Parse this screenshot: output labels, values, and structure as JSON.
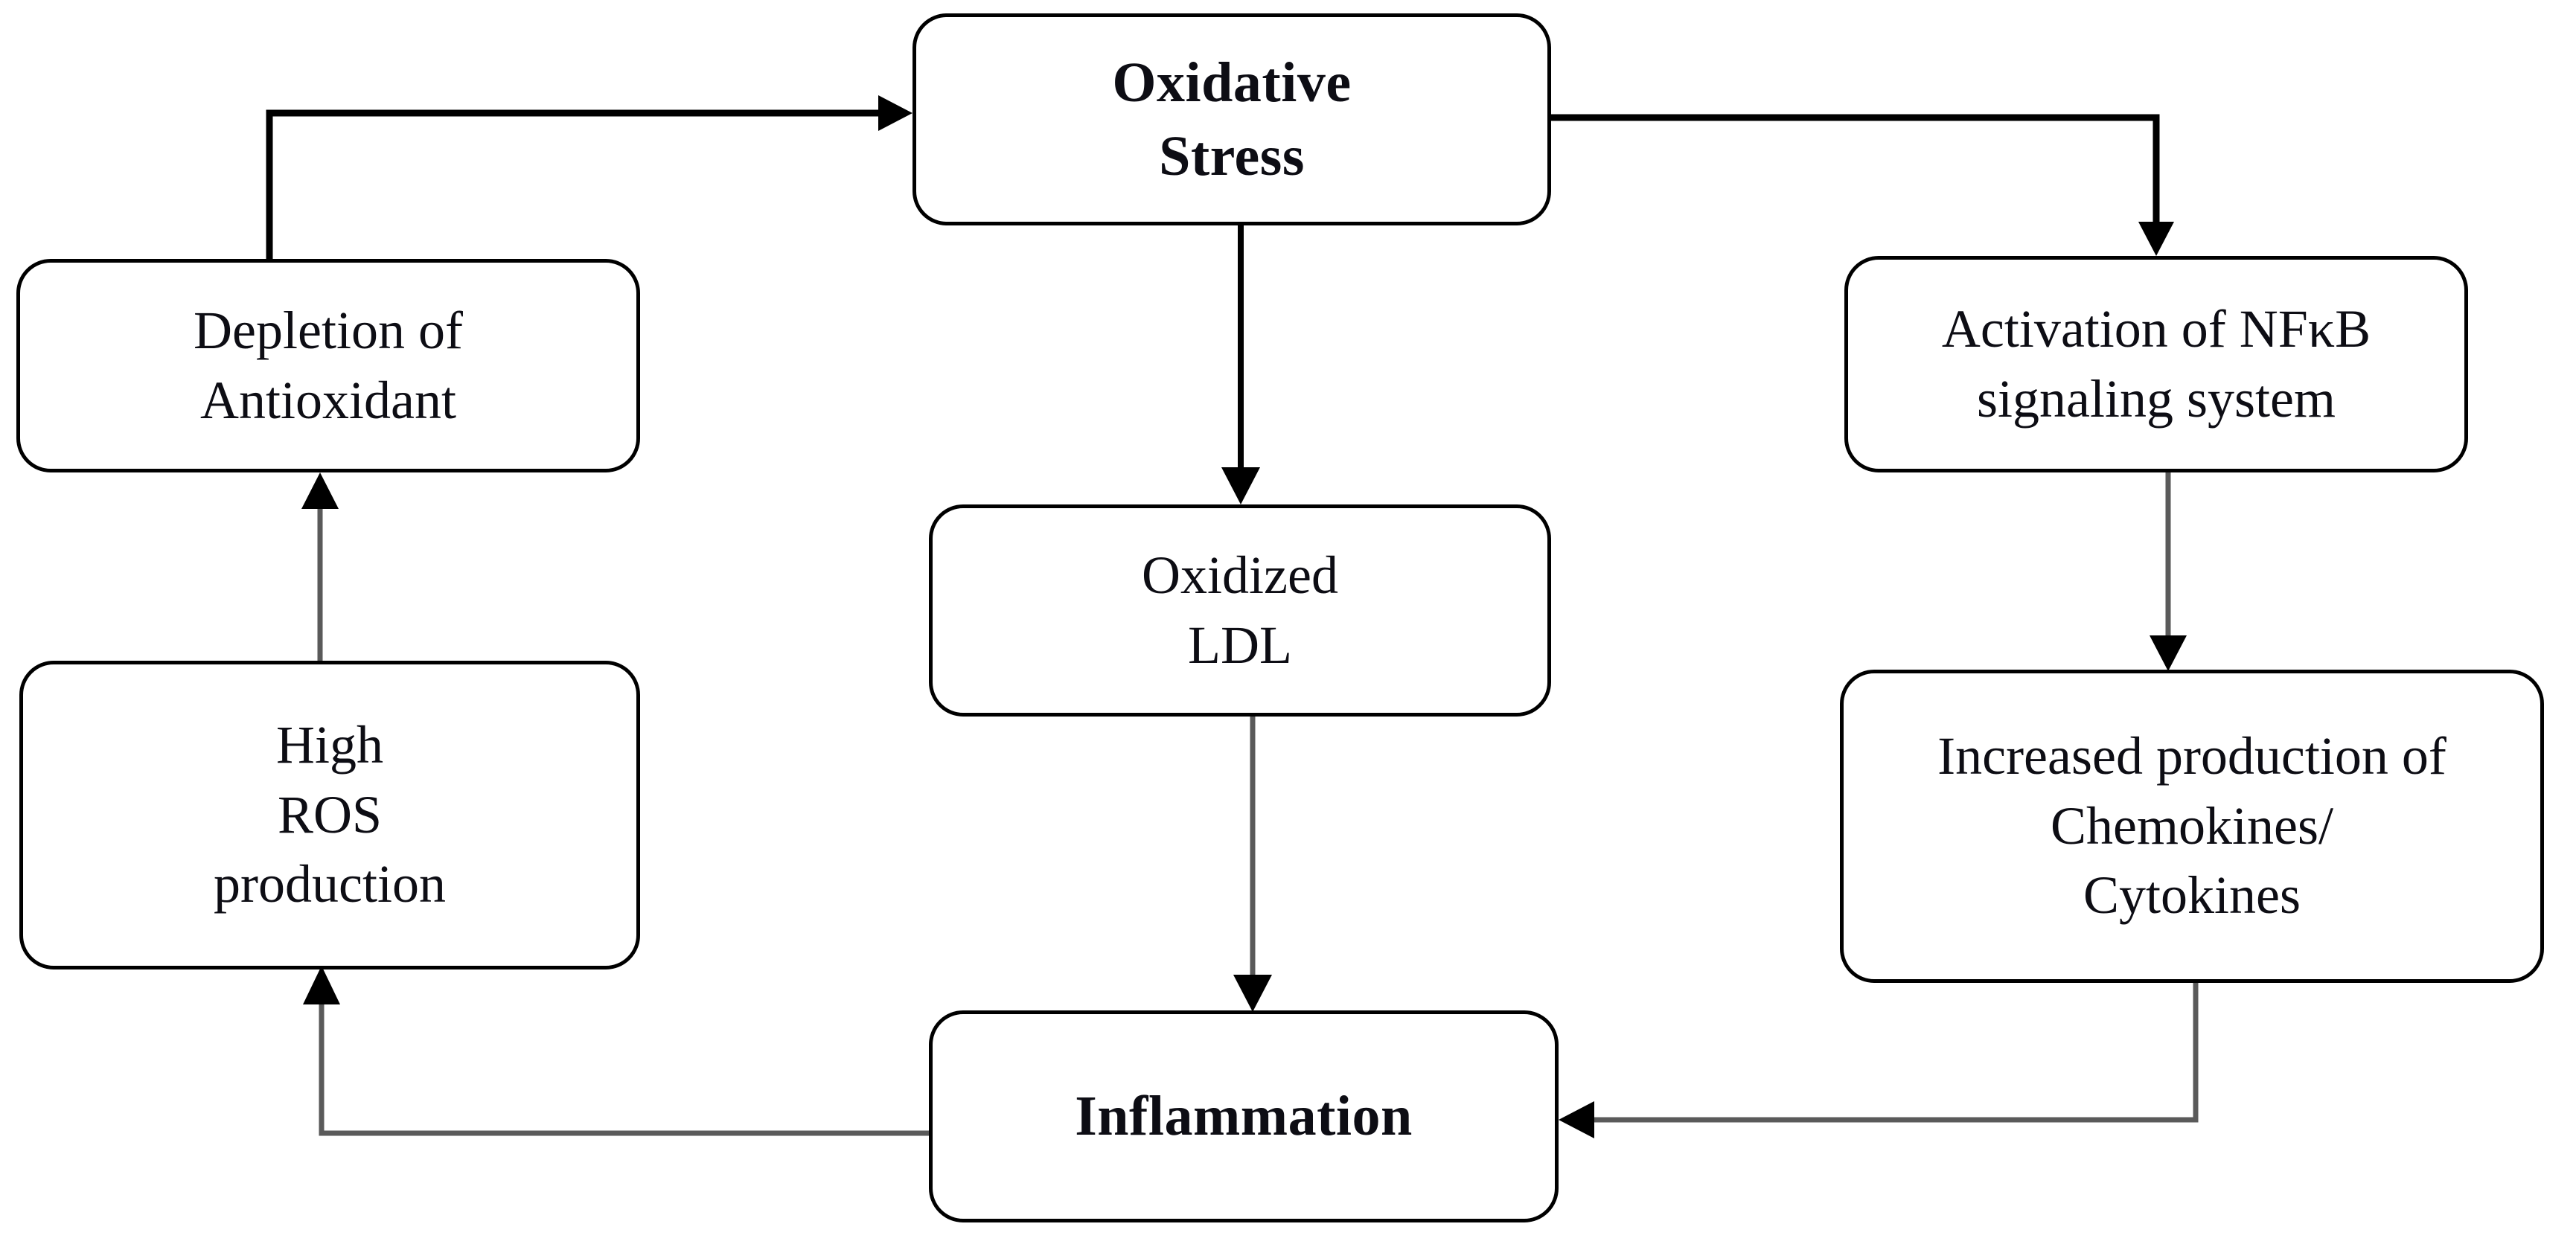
{
  "diagram": {
    "title": "Oxidative stress and inflammation cycle flowchart",
    "colors": {
      "node_border": "#000000",
      "node_fill": "#ffffff",
      "text": "#0d0d14",
      "edge_strong": "#000000",
      "edge_light": "#5a5a5a"
    },
    "nodes": [
      {
        "id": "oxidative-stress",
        "lines": [
          "Oxidative",
          "Stress"
        ],
        "emphasis": "bold"
      },
      {
        "id": "depletion-of-antioxidant",
        "lines": [
          "Depletion of",
          "Antioxidant"
        ],
        "emphasis": "normal"
      },
      {
        "id": "activation-of-nfkb",
        "lines": [
          "Activation of NFκB",
          "signaling system"
        ],
        "emphasis": "normal"
      },
      {
        "id": "oxidized-ldl",
        "lines": [
          "Oxidized",
          "LDL"
        ],
        "emphasis": "normal"
      },
      {
        "id": "high-ros-production",
        "lines": [
          "High",
          "ROS",
          "production"
        ],
        "emphasis": "normal"
      },
      {
        "id": "increased-production-chemokines",
        "lines": [
          "Increased production of",
          "Chemokines/",
          "Cytokines"
        ],
        "emphasis": "normal"
      },
      {
        "id": "inflammation",
        "lines": [
          "Inflammation"
        ],
        "emphasis": "bold"
      }
    ],
    "edges": [
      {
        "id": "edge-depletion-to-oxidative-stress",
        "from": "depletion-of-antioxidant",
        "to": "oxidative-stress",
        "style": "strong",
        "arrow": "right"
      },
      {
        "id": "edge-oxidative-stress-to-nfkb",
        "from": "oxidative-stress",
        "to": "activation-of-nfkb",
        "style": "strong",
        "arrow": "down"
      },
      {
        "id": "edge-oxidative-stress-to-oxidized-ldl",
        "from": "oxidative-stress",
        "to": "oxidized-ldl",
        "style": "strong",
        "arrow": "down"
      },
      {
        "id": "edge-high-ros-to-depletion",
        "from": "high-ros-production",
        "to": "depletion-of-antioxidant",
        "style": "light",
        "arrow": "up"
      },
      {
        "id": "edge-nfkb-to-chemokines",
        "from": "activation-of-nfkb",
        "to": "increased-production-chemokines",
        "style": "light",
        "arrow": "down"
      },
      {
        "id": "edge-oxidized-ldl-to-inflammation",
        "from": "oxidized-ldl",
        "to": "inflammation",
        "style": "light",
        "arrow": "down"
      },
      {
        "id": "edge-chemokines-to-inflammation",
        "from": "increased-production-chemokines",
        "to": "inflammation",
        "style": "light",
        "arrow": "left"
      },
      {
        "id": "edge-inflammation-to-high-ros",
        "from": "inflammation",
        "to": "high-ros-production",
        "style": "light",
        "arrow": "up"
      }
    ]
  }
}
